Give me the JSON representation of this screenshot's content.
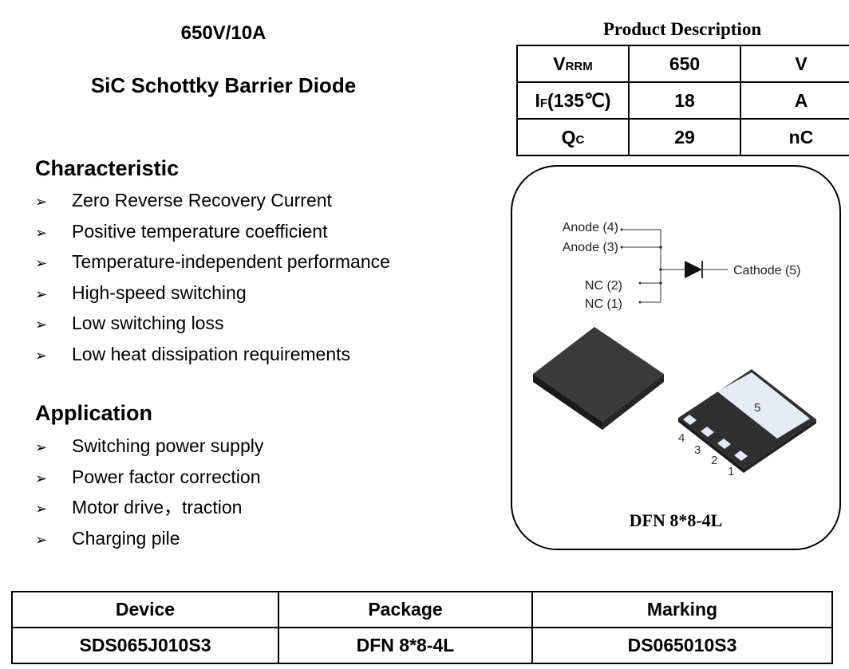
{
  "header": {
    "rating": "650V/10A",
    "device_type": "SiC Schottky Barrier Diode"
  },
  "characteristic": {
    "heading": "Characteristic",
    "bullet_symbol": "➢",
    "items": [
      "Zero Reverse Recovery Current",
      "Positive temperature coefficient",
      "Temperature-independent performance",
      "High-speed switching",
      "Low switching loss",
      "Low heat dissipation requirements"
    ]
  },
  "application": {
    "heading": "Application",
    "items": [
      "Switching power supply",
      "Power factor correction",
      "Motor drive，traction",
      "Charging pile"
    ]
  },
  "product_description": {
    "title": "Product Description",
    "rows": [
      {
        "sym_main": "V",
        "sym_sub": "RRM",
        "sym_suffix": "",
        "value": "650",
        "unit": "V"
      },
      {
        "sym_main": "I",
        "sym_sub": "F",
        "sym_suffix": "(135℃)",
        "value": "18",
        "unit": "A"
      },
      {
        "sym_main": "Q",
        "sym_sub": "C",
        "sym_suffix": "",
        "value": "29",
        "unit": "nC"
      }
    ]
  },
  "pinout": {
    "pins": [
      "Anode (4)",
      "Anode (3)",
      "NC (2)",
      "NC (1)",
      "Cathode (5)"
    ],
    "pad_numbers": [
      "5",
      "4",
      "3",
      "2",
      "1"
    ],
    "package_label": "DFN 8*8-4L"
  },
  "ordering": {
    "headers": [
      "Device",
      "Package",
      "Marking"
    ],
    "row": [
      "SDS065J010S3",
      "DFN 8*8-4L",
      "DS065010S3"
    ]
  }
}
